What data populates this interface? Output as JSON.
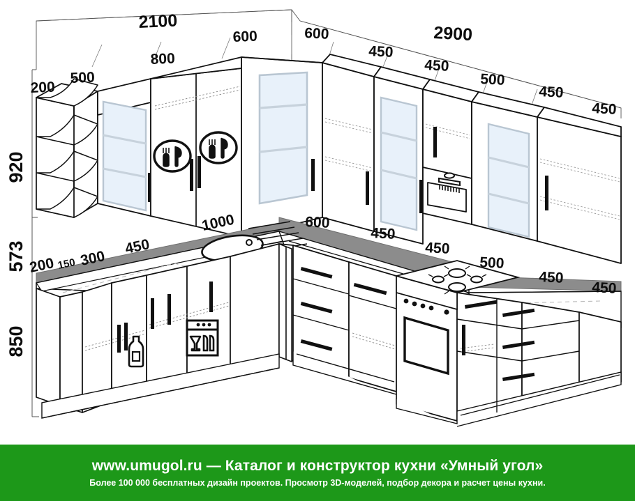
{
  "diagram": {
    "title": "Isometric kitchen layout drawing",
    "units": "mm",
    "line_color": "#111111",
    "glass_color": "#e8f1fa",
    "counter_color": "#8c8c8c",
    "handle_color": "#101010"
  },
  "dimensions": {
    "top_left_total": "2100",
    "top_left_segments": [
      "200",
      "500",
      "800",
      "600"
    ],
    "top_right_total": "2900",
    "top_right_segments": [
      "600",
      "450",
      "450",
      "500",
      "450",
      "450"
    ],
    "vertical": [
      "920",
      "573",
      "850"
    ],
    "counter_left_segments": [
      "200",
      "150",
      "300",
      "450",
      "1000"
    ],
    "counter_right_segments": [
      "600",
      "450",
      "450",
      "500",
      "450",
      "450"
    ]
  },
  "labels": {
    "t2100": "2100",
    "t2900": "2900",
    "t200": "200",
    "t500": "500",
    "t800": "800",
    "t600a": "600",
    "t600b": "600",
    "t450a": "450",
    "t450b": "450",
    "t500b": "500",
    "t450c": "450",
    "t450d": "450",
    "v920": "920",
    "v573": "573",
    "v850": "850",
    "c1000": "1000",
    "c450": "450",
    "c300": "300",
    "c150": "150",
    "c200": "200",
    "c600": "600",
    "c450b": "450",
    "c450c": "450",
    "c500": "500",
    "c450d": "450",
    "c450e": "450"
  },
  "banner": {
    "site": "www.umugol.ru",
    "dash": "—",
    "headline": "Каталог и конструктор кухни «Умный угол»",
    "subline": "Более 100 000 бесплатных дизайн проектов. Просмотр 3D-моделей, подбор декора и расчет цены кухни.",
    "background": "#1d9819",
    "text_color": "#ffffff"
  },
  "appliances": {
    "dish_rack": "cutlery-plate-icon",
    "dishwasher": "dishwasher-icon",
    "bottle_unit": "bottle-icon",
    "cooker": "cooker-icon",
    "hood": "range-hood-icon",
    "sink": "sink-icon"
  }
}
